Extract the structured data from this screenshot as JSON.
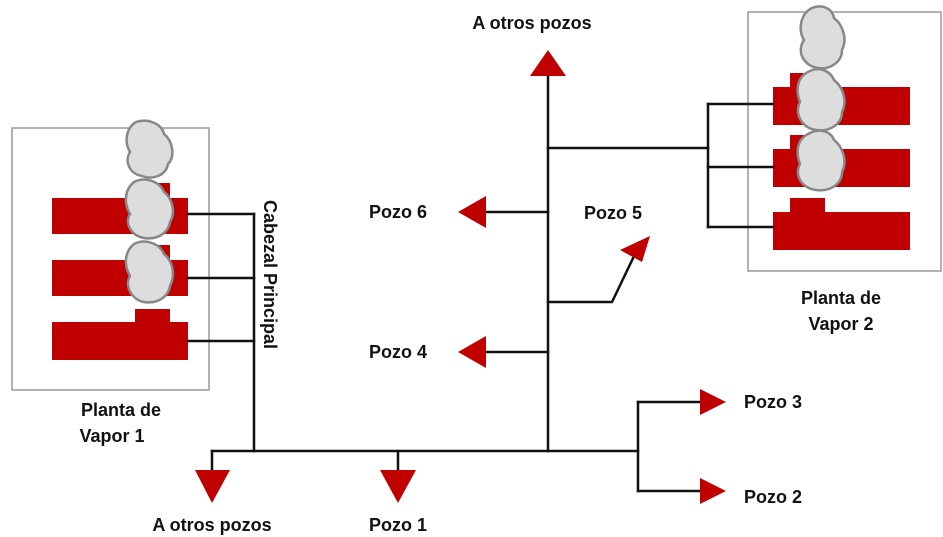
{
  "labels": {
    "top_other_wells": "A otros pozos",
    "bottom_other_wells": "A otros pozos",
    "well_1": "Pozo 1",
    "well_2": "Pozo 2",
    "well_3": "Pozo 3",
    "well_4": "Pozo 4",
    "well_5": "Pozo 5",
    "well_6": "Pozo 6",
    "main_header": "Cabezal Principal",
    "plant1_line1": "Planta de",
    "plant1_line2": "Vapor 1",
    "plant2_line1": "Planta de",
    "plant2_line2": "Vapor 2"
  },
  "colors": {
    "pipe": "#111111",
    "arrow": "#c00000",
    "plant_box": "#999999",
    "steam": "#dddddd",
    "steam_outline": "#888888"
  }
}
